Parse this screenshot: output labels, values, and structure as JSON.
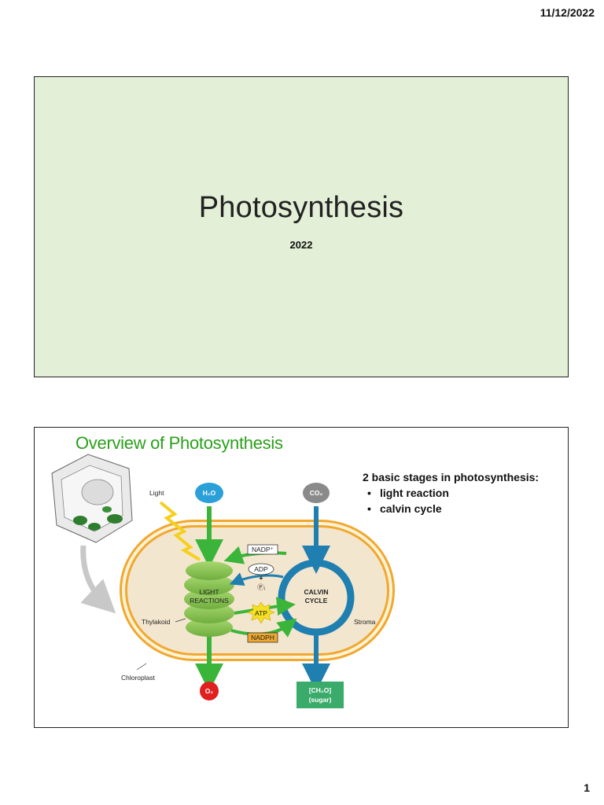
{
  "header": {
    "date": "11/12/2022"
  },
  "slide1": {
    "title": "Photosynthesis",
    "subtitle": "2022"
  },
  "slide2": {
    "title": "Overview of Photosynthesis",
    "stages_heading": "2 basic stages in photosynthesis:",
    "stages": [
      "light reaction",
      "calvin cycle"
    ],
    "diagram": {
      "light": "Light",
      "h2o": "H₂O",
      "co2": "CO₂",
      "nadp_plus": "NADP⁺",
      "adp": "ADP",
      "plus": "+",
      "pi": "Ⓟᵢ",
      "light_reactions_1": "LIGHT",
      "light_reactions_2": "REACTIONS",
      "calvin_1": "CALVIN",
      "calvin_2": "CYCLE",
      "atp": "ATP",
      "nadph": "NADPH",
      "thylakoid": "Thylakoid",
      "stroma": "Stroma",
      "chloroplast": "Chloroplast",
      "o2": "O₂",
      "sugar_1": "[CH₂O]",
      "sugar_2": "(sugar)"
    }
  },
  "footer": {
    "page_number": "1"
  },
  "colors": {
    "slide_bg": "#e3efd6",
    "title_green": "#2aa01a",
    "arrow_green": "#3ab53a",
    "cycle_blue": "#1f7fb0",
    "o2_red": "#e02020",
    "h2o_blue": "#2a9fd8",
    "co2_gray": "#8a8a8a",
    "sugar_green": "#3aab6a"
  }
}
